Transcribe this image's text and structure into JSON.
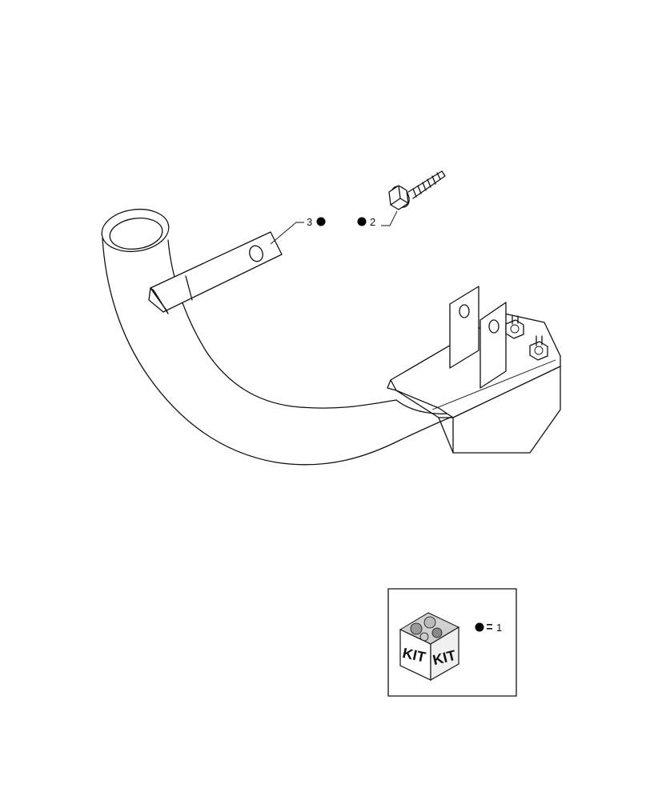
{
  "callouts": {
    "item_3": "3",
    "item_2": "2"
  },
  "legend": {
    "kit_left": "KIT",
    "kit_right": "KIT",
    "equals_value": "1"
  },
  "colors": {
    "line": "#111111",
    "background": "#ffffff",
    "kit_marker": "#000000"
  },
  "icons": [
    "kit-marker-dot",
    "kit-box-icon",
    "screw-icon",
    "nut-icon"
  ]
}
